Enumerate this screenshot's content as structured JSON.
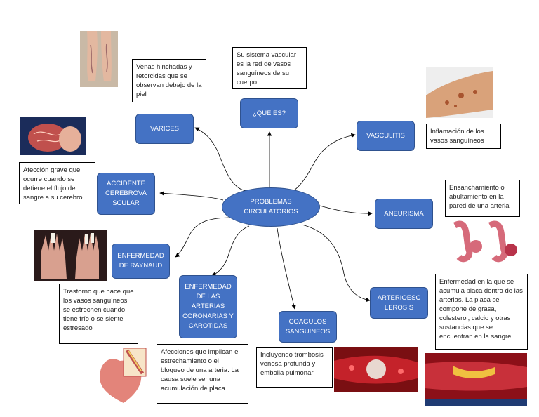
{
  "center": {
    "label": "PROBLEMAS CIRCULATORIOS"
  },
  "nodes": {
    "que_es": "¿QUE ES?",
    "varices": "VARICES",
    "vasculitis": "VASCULITIS",
    "acv": "ACCIDENTE CEREBROVASCULAR",
    "aneurisma": "ANEURISMA",
    "raynaud": "ENFERMEDAD DE RAYNAUD",
    "coronarias": "ENFERMEDAD DE LAS ARTERIAS CORONARIAS Y CAROTIDAS",
    "coagulos": "COAGULOS SANGUINEOS",
    "arterioesclerosis": "ARTERIOESCLEROSIS"
  },
  "notes": {
    "que_es": "Su sistema vascular es la red de vasos sanguíneos de su cuerpo.",
    "varices": "Venas hinchadas y retorcidas que se observan debajo de la piel",
    "vasculitis": "Inflamación de los vasos sanguíneos",
    "acv": "Afección grave que ocurre cuando se detiene el flujo de sangre a su cerebro",
    "aneurisma": "Ensanchamiento o abultamiento en la pared de una arteria",
    "raynaud": "Trastorno que hace que los vasos sanguíneos se estrechen cuando tiene frío o se siente estresado",
    "coronarias": "Afecciones que implican el estrechamiento o el bloqueo de una arteria. La causa suele ser una acumulación de placa",
    "coagulos": "Incluyendo trombosis venosa profunda y embolia pulmonar",
    "arterioesclerosis": "Enfermedad en la que se acumula placa dentro de las arterias. La placa se compone de grasa, colesterol, calcio y otras sustancias que se encuentran en la sangre"
  },
  "colors": {
    "node_fill": "#4472c4",
    "node_border": "#2f528f",
    "line": "#000000"
  }
}
